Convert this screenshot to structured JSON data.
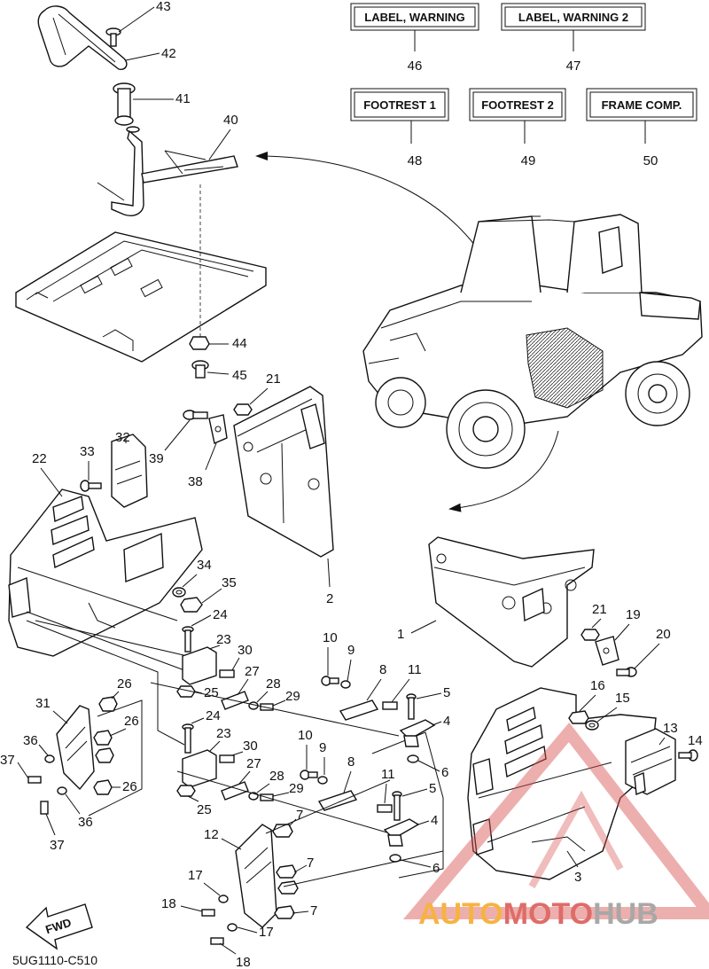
{
  "labels": [
    {
      "text": "LABEL, WARNING",
      "number": "46"
    },
    {
      "text": "LABEL, WARNING 2",
      "number": "47"
    },
    {
      "text": "FOOTREST 1",
      "number": "48"
    },
    {
      "text": "FOOTREST 2",
      "number": "49"
    },
    {
      "text": "FRAME COMP.",
      "number": "50"
    }
  ],
  "callouts": {
    "c43": "43",
    "c42": "42",
    "c41": "41",
    "c40": "40",
    "c44": "44",
    "c45": "45",
    "c21a": "21",
    "c39": "39",
    "c38": "38",
    "c2": "2",
    "c22": "22",
    "c33": "33",
    "c32": "32",
    "c34": "34",
    "c35": "35",
    "c24a": "24",
    "c23a": "23",
    "c30a": "30",
    "c26a": "26",
    "c25a": "25",
    "c27a": "27",
    "c28a": "28",
    "c29a": "29",
    "c31": "31",
    "c26b": "26",
    "c36a": "36",
    "c37a": "37",
    "c26c": "26",
    "c36b": "36",
    "c37b": "37",
    "c24b": "24",
    "c23b": "23",
    "c30b": "30",
    "c27b": "27",
    "c28b": "28",
    "c29b": "29",
    "c25b": "25",
    "c10a": "10",
    "c9a": "9",
    "c8a": "8",
    "c11a": "11",
    "c5a": "5",
    "c4a": "4",
    "c6a": "6",
    "c10b": "10",
    "c9b": "9",
    "c8b": "8",
    "c11b": "11",
    "c5b": "5",
    "c4b": "4",
    "c6b": "6",
    "c7a": "7",
    "c7b": "7",
    "c7c": "7",
    "c12": "12",
    "c17a": "17",
    "c18a": "18",
    "c17b": "17",
    "c18b": "18",
    "c1": "1",
    "c21b": "21",
    "c19": "19",
    "c20": "20",
    "c16": "16",
    "c15": "15",
    "c13": "13",
    "c14": "14",
    "c3": "3"
  },
  "fwd_label": "FWD",
  "diagram_code": "5UG1110-C510",
  "watermark": {
    "part1": "AUTO",
    "part2": "MOTO",
    "part3": "HUB",
    "color1": "#f5a623",
    "color2": "#d9534f",
    "color3": "#9a9a9a"
  }
}
